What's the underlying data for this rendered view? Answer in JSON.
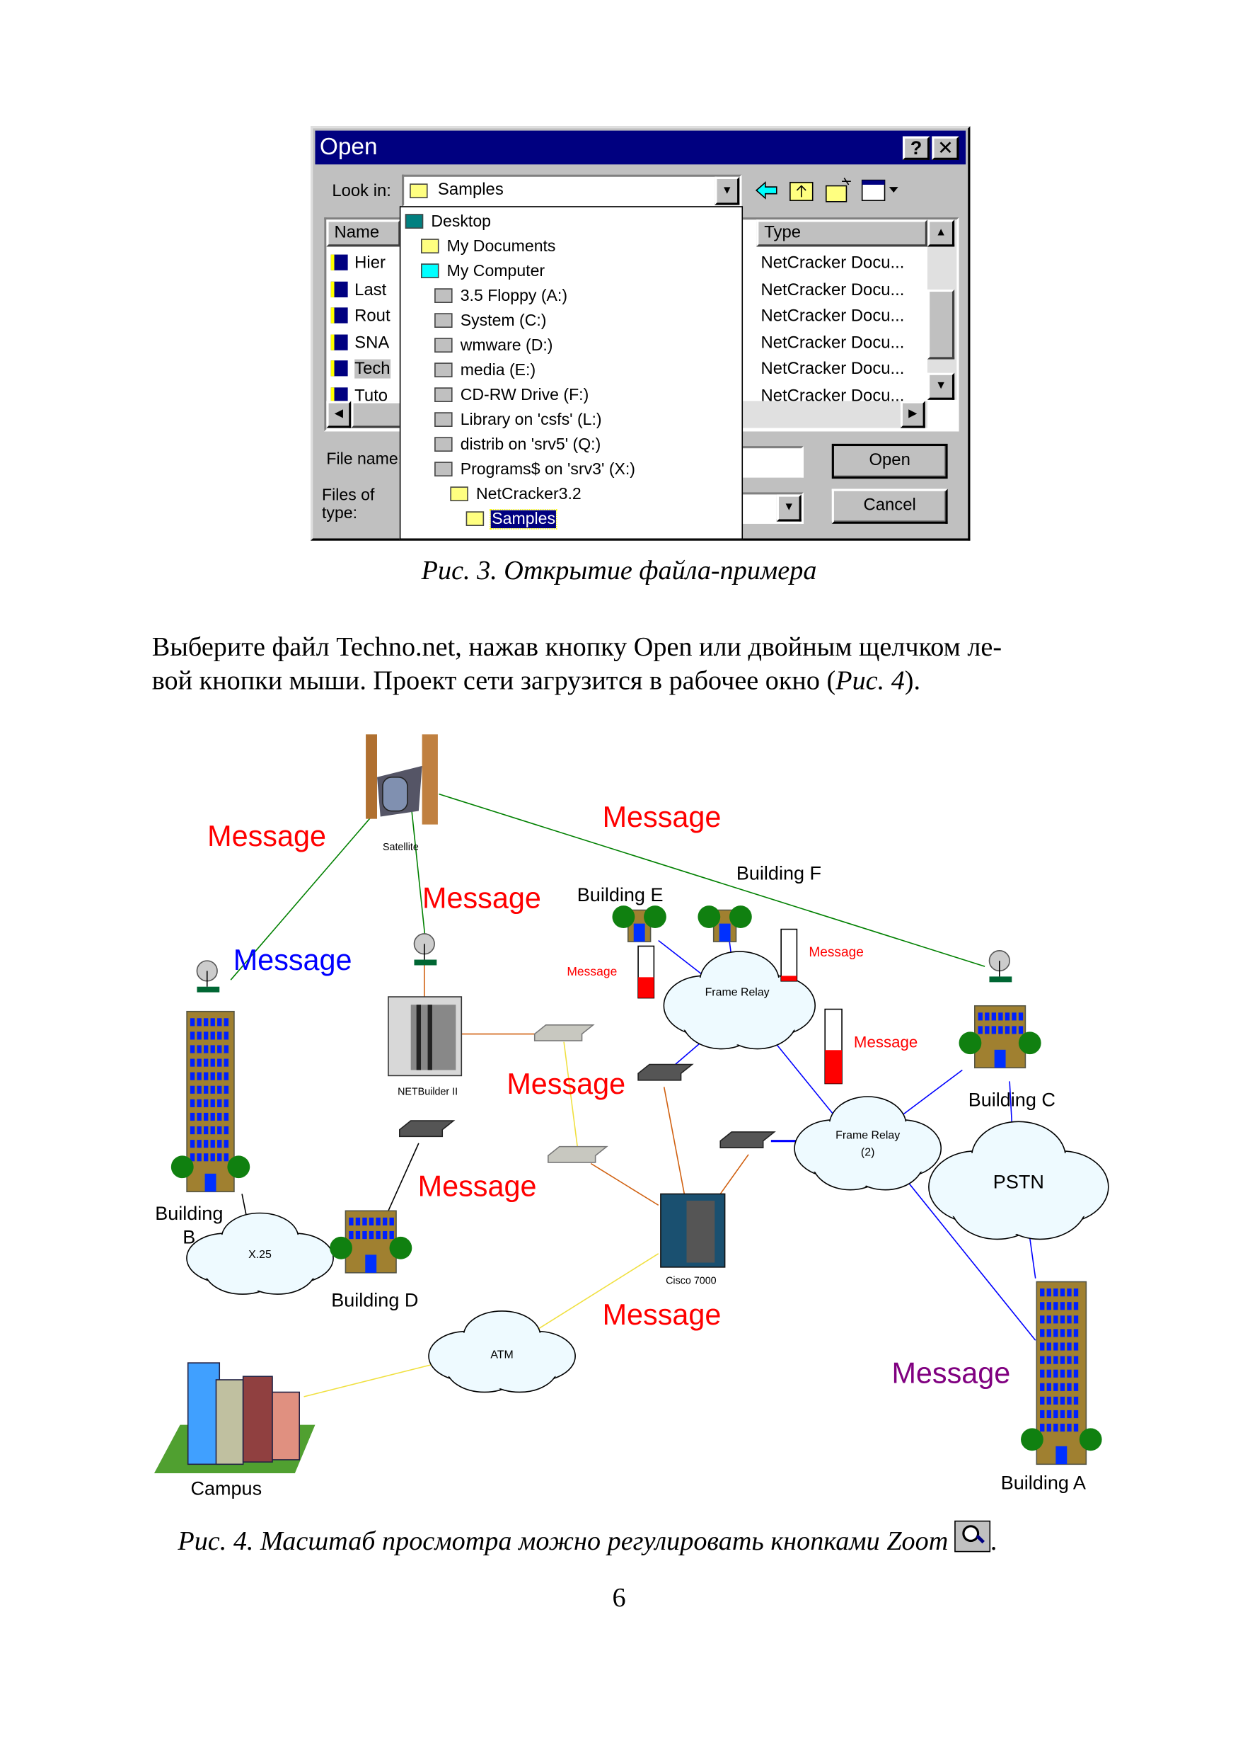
{
  "dialog": {
    "title": "Open",
    "help_label": "?",
    "close_label": "✕",
    "look_in_label": "Look in:",
    "look_in_value": "Samples",
    "toolbar_icons": [
      "back-arrow-icon",
      "up-folder-icon",
      "new-folder-icon",
      "view-menu-icon"
    ],
    "columns": {
      "name": "Name",
      "type": "Type"
    },
    "files": [
      {
        "name": "Hier",
        "type": "NetCracker Docu..."
      },
      {
        "name": "Last",
        "type": "NetCracker Docu..."
      },
      {
        "name": "Rout",
        "type": "NetCracker Docu..."
      },
      {
        "name": "SNA",
        "type": "NetCracker Docu..."
      },
      {
        "name": "Tech",
        "type": "NetCracker Docu..."
      },
      {
        "name": "Tuto",
        "type": "NetCracker Docu..."
      }
    ],
    "file_name_label": "File name:",
    "files_of_type_label": "Files of type:",
    "open_label": "Open",
    "cancel_label": "Cancel",
    "dropdown_items": [
      {
        "label": "Desktop",
        "icon": "desktop-icon",
        "level": 0
      },
      {
        "label": "My Documents",
        "icon": "folder-icon",
        "level": 1
      },
      {
        "label": "My Computer",
        "icon": "computer-icon",
        "level": 1
      },
      {
        "label": "3.5 Floppy (A:)",
        "icon": "floppy-icon",
        "level": 2
      },
      {
        "label": "System (C:)",
        "icon": "drive-icon",
        "level": 2
      },
      {
        "label": "wmware (D:)",
        "icon": "drive-icon",
        "level": 2
      },
      {
        "label": "media (E:)",
        "icon": "drive-icon",
        "level": 2
      },
      {
        "label": "CD-RW Drive (F:)",
        "icon": "cdrom-icon",
        "level": 2
      },
      {
        "label": "Library on 'csfs' (L:)",
        "icon": "network-drive-icon",
        "level": 2
      },
      {
        "label": "distrib on 'srv5' (Q:)",
        "icon": "network-drive-icon",
        "level": 2
      },
      {
        "label": "Programs$ on 'srv3' (X:)",
        "icon": "network-drive-icon",
        "level": 2
      },
      {
        "label": "NetCracker3.2",
        "icon": "folder-icon",
        "level": 3
      },
      {
        "label": "Samples",
        "icon": "open-folder-icon",
        "level": 4,
        "selected": true
      }
    ]
  },
  "caption3": "Рис. 3. Открытие файла-примера",
  "paragraph": {
    "line1": "Выберите  файл Techno.net, нажав кнопку Open или двойным щелчком ле-",
    "line2_a": "вой кнопки мыши. Проект сети загрузится в рабочее окно (",
    "line2_ref": "Рис. 4",
    "line2_b": ")."
  },
  "diagram": {
    "nodes": {
      "satellite": "Satellite",
      "building_b_1": "Building",
      "building_b_2": "B",
      "netbuilder": "NETBuilder II",
      "building_e": "Building E",
      "building_f": "Building F",
      "frame_relay": "Frame Relay",
      "frame_relay2_1": "Frame Relay",
      "frame_relay2_2": "(2)",
      "building_c": "Building C",
      "pstn": "PSTN",
      "x25": "X.25",
      "building_d": "Building D",
      "cisco": "Cisco 7000",
      "atm": "ATM",
      "campus": "Campus",
      "building_a": "Building A"
    },
    "messages": [
      {
        "text": "Message",
        "color": "#ff0000"
      },
      {
        "text": "Message",
        "color": "#ff0000"
      },
      {
        "text": "Message",
        "color": "#ff0000"
      },
      {
        "text": "Message",
        "color": "#0000ff"
      },
      {
        "text": "Message",
        "color": "#ff0000"
      },
      {
        "text": "Message",
        "color": "#ff0000"
      },
      {
        "text": "Message",
        "color": "#ff0000"
      },
      {
        "text": "Message",
        "color": "#800080"
      },
      {
        "text": "Message",
        "color": "#ff0000"
      },
      {
        "text": "Message",
        "color": "#ff0000"
      },
      {
        "text": "Message",
        "color": "#ff0000"
      }
    ],
    "gauge_levels": [
      0.4,
      0.1,
      0.45
    ]
  },
  "caption4": "Рис. 4. Масштаб просмотра можно регулировать кнопками  Zoom",
  "caption4_icon": "zoom-magnifier-icon",
  "page_number": "6"
}
